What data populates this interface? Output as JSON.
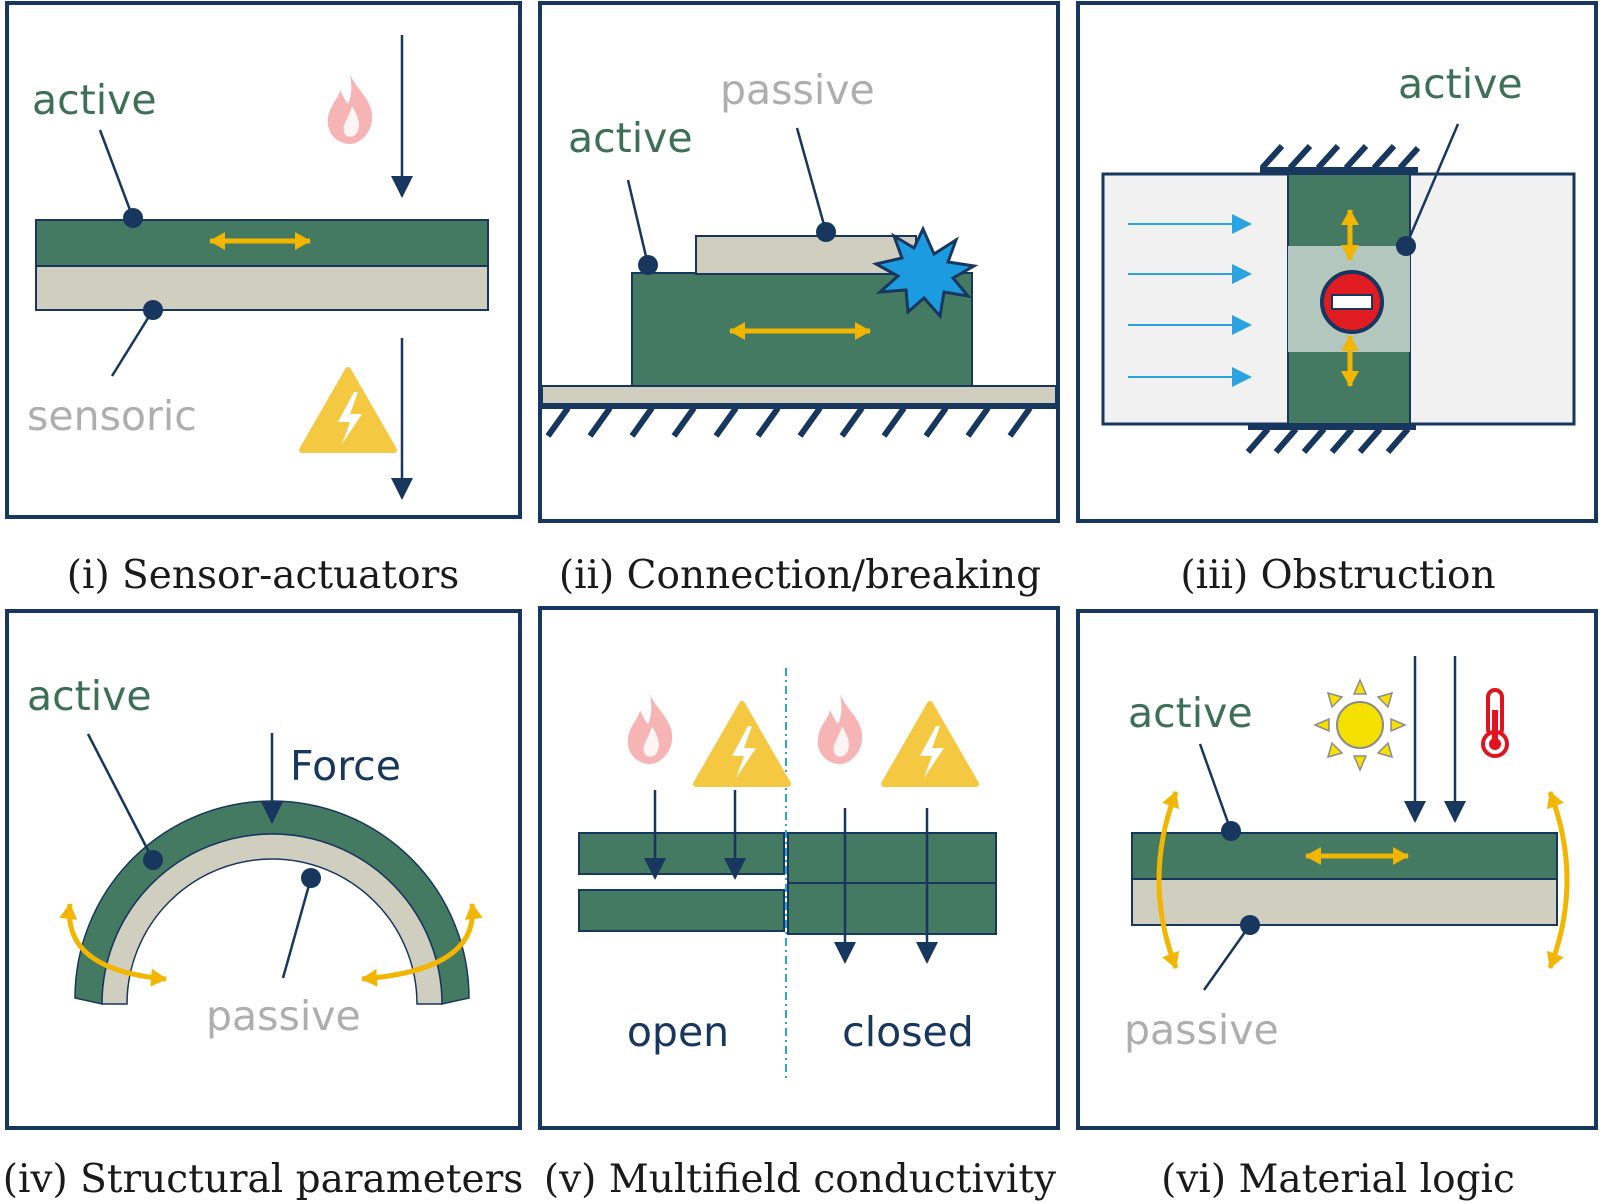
{
  "panels": {
    "p1": {
      "caption": "(i) Sensor-actuators",
      "label_active": "active",
      "label_sensoric": "sensoric"
    },
    "p2": {
      "caption": "(ii) Connection/breaking",
      "label_active": "active",
      "label_passive": "passive"
    },
    "p3": {
      "caption": "(iii) Obstruction",
      "label_active": "active"
    },
    "p4": {
      "caption": "(iv) Structural parameters",
      "label_active": "active",
      "label_passive": "passive",
      "label_force": "Force"
    },
    "p5": {
      "caption": "(v) Multifield conductivity",
      "label_open": "open",
      "label_closed": "closed"
    },
    "p6": {
      "caption": "(vi) Material logic",
      "label_active": "active",
      "label_passive": "passive"
    }
  },
  "colors": {
    "active_layer": "#447a62",
    "passive_layer": "#d0cfbf",
    "outline": "#17375e",
    "actuation_arrow": "#f2b500",
    "flow_arrow": "#2aa3e2",
    "flame": "#f7b4b4",
    "warning": "#f5c842"
  },
  "icons": [
    "flame-icon",
    "electric-warning-icon",
    "impact-burst-icon",
    "no-entry-icon",
    "sun-icon",
    "thermometer-icon"
  ]
}
